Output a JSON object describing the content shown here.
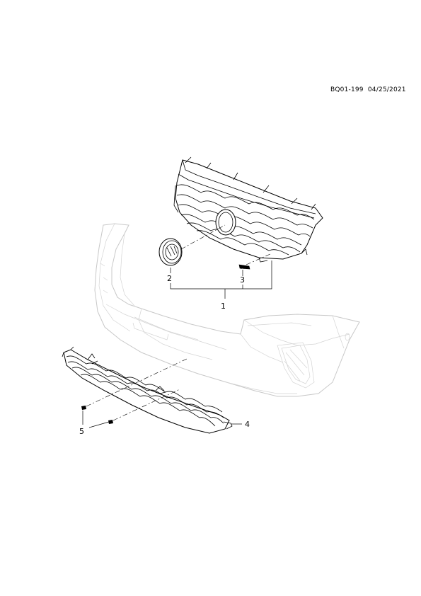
{
  "document_id": "BQ01-199  04/25/2021",
  "callouts": {
    "c1": "1",
    "c2": "2",
    "c3": "3",
    "c4": "4",
    "c5": "5"
  },
  "colors": {
    "line": "#000000",
    "bumper_outline": "#c8c8c8",
    "background": "#ffffff"
  },
  "components": [
    "upper-grille-assembly",
    "grille-emblem",
    "grille-clip",
    "lower-grille",
    "lower-grille-fastener",
    "front-bumper-fascia"
  ]
}
